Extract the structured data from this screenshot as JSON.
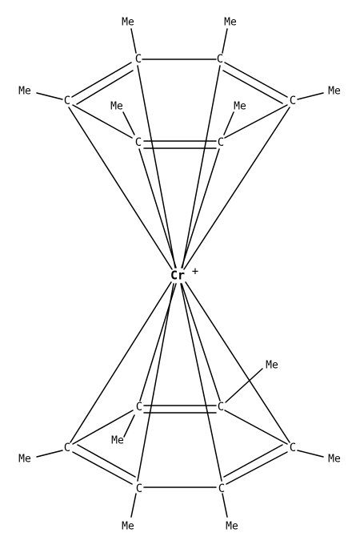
{
  "diagram": {
    "metal": "Cr",
    "charge": "+",
    "carbon_label": "C",
    "methyl_label": "Me"
  },
  "colors": {
    "background": "#ffffff",
    "ink": "#000000"
  }
}
